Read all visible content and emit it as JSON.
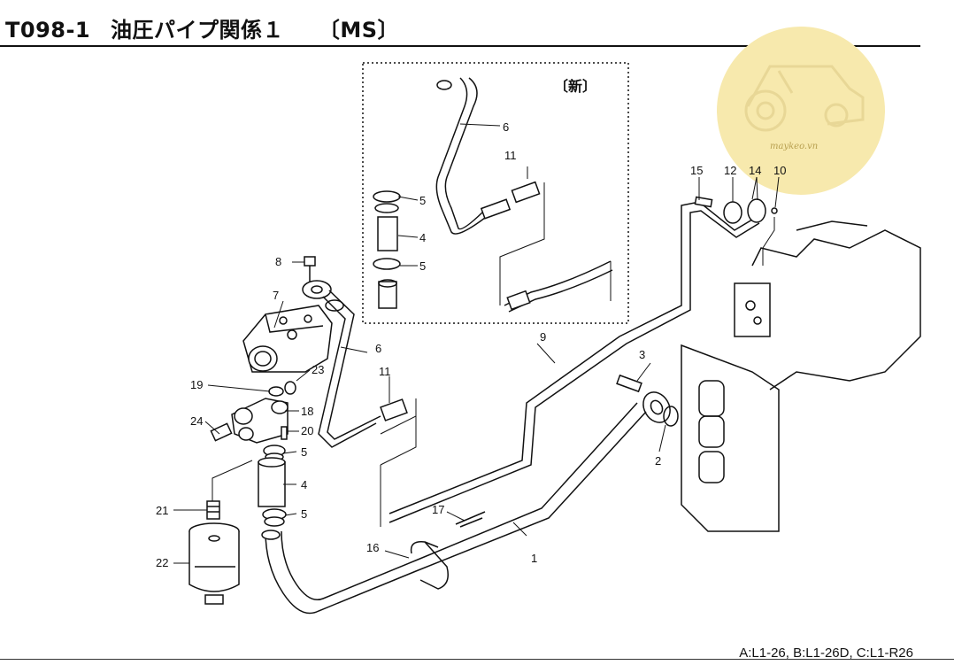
{
  "header": {
    "code": "T098-1",
    "title": "油圧パイプ関係１",
    "variant": "〔MS〕"
  },
  "inset": {
    "new_label": "〔新〕"
  },
  "callouts": {
    "p1": "1",
    "p2": "2",
    "p3": "3",
    "p4": "4",
    "p5": "5",
    "p6": "6",
    "p7": "7",
    "p8": "8",
    "p9": "9",
    "p10": "10",
    "p11": "11",
    "p12": "12",
    "p14": "14",
    "p15": "15",
    "p16": "16",
    "p17": "17",
    "p18": "18",
    "p19": "19",
    "p20": "20",
    "p21": "21",
    "p22": "22",
    "p23": "23",
    "p24": "24",
    "i4": "4",
    "i5a": "5",
    "i5b": "5",
    "i6": "6",
    "i11": "11"
  },
  "watermark": {
    "text": "maykeo.vn"
  },
  "footer": {
    "models": "A:L1-26, B:L1-26D, C:L1-R26"
  },
  "colors": {
    "line": "#111111",
    "watermark": "#f6e7a8"
  }
}
